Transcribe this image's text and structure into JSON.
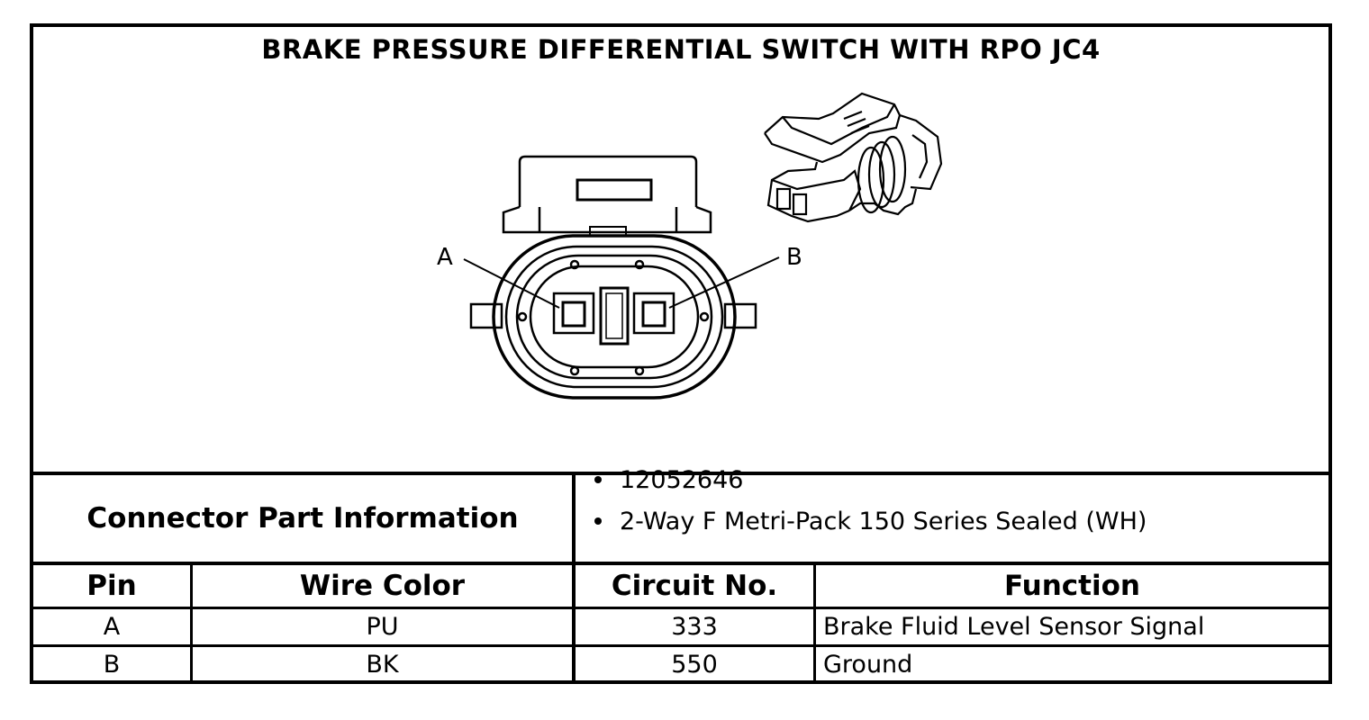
{
  "title": "BRAKE PRESSURE DIFFERENTIAL SWITCH WITH RPO JC4",
  "pin_labels": {
    "a": "A",
    "b": "B"
  },
  "connector_info": {
    "label": "Connector Part Information",
    "items": [
      "12052646",
      "2-Way F Metri-Pack 150 Series Sealed (WH)"
    ]
  },
  "table": {
    "headers": [
      "Pin",
      "Wire Color",
      "Circuit No.",
      "Function"
    ],
    "rows": [
      [
        "A",
        "PU",
        "333",
        "Brake Fluid Level Sensor Signal"
      ],
      [
        "B",
        "BK",
        "550",
        "Ground"
      ]
    ]
  }
}
